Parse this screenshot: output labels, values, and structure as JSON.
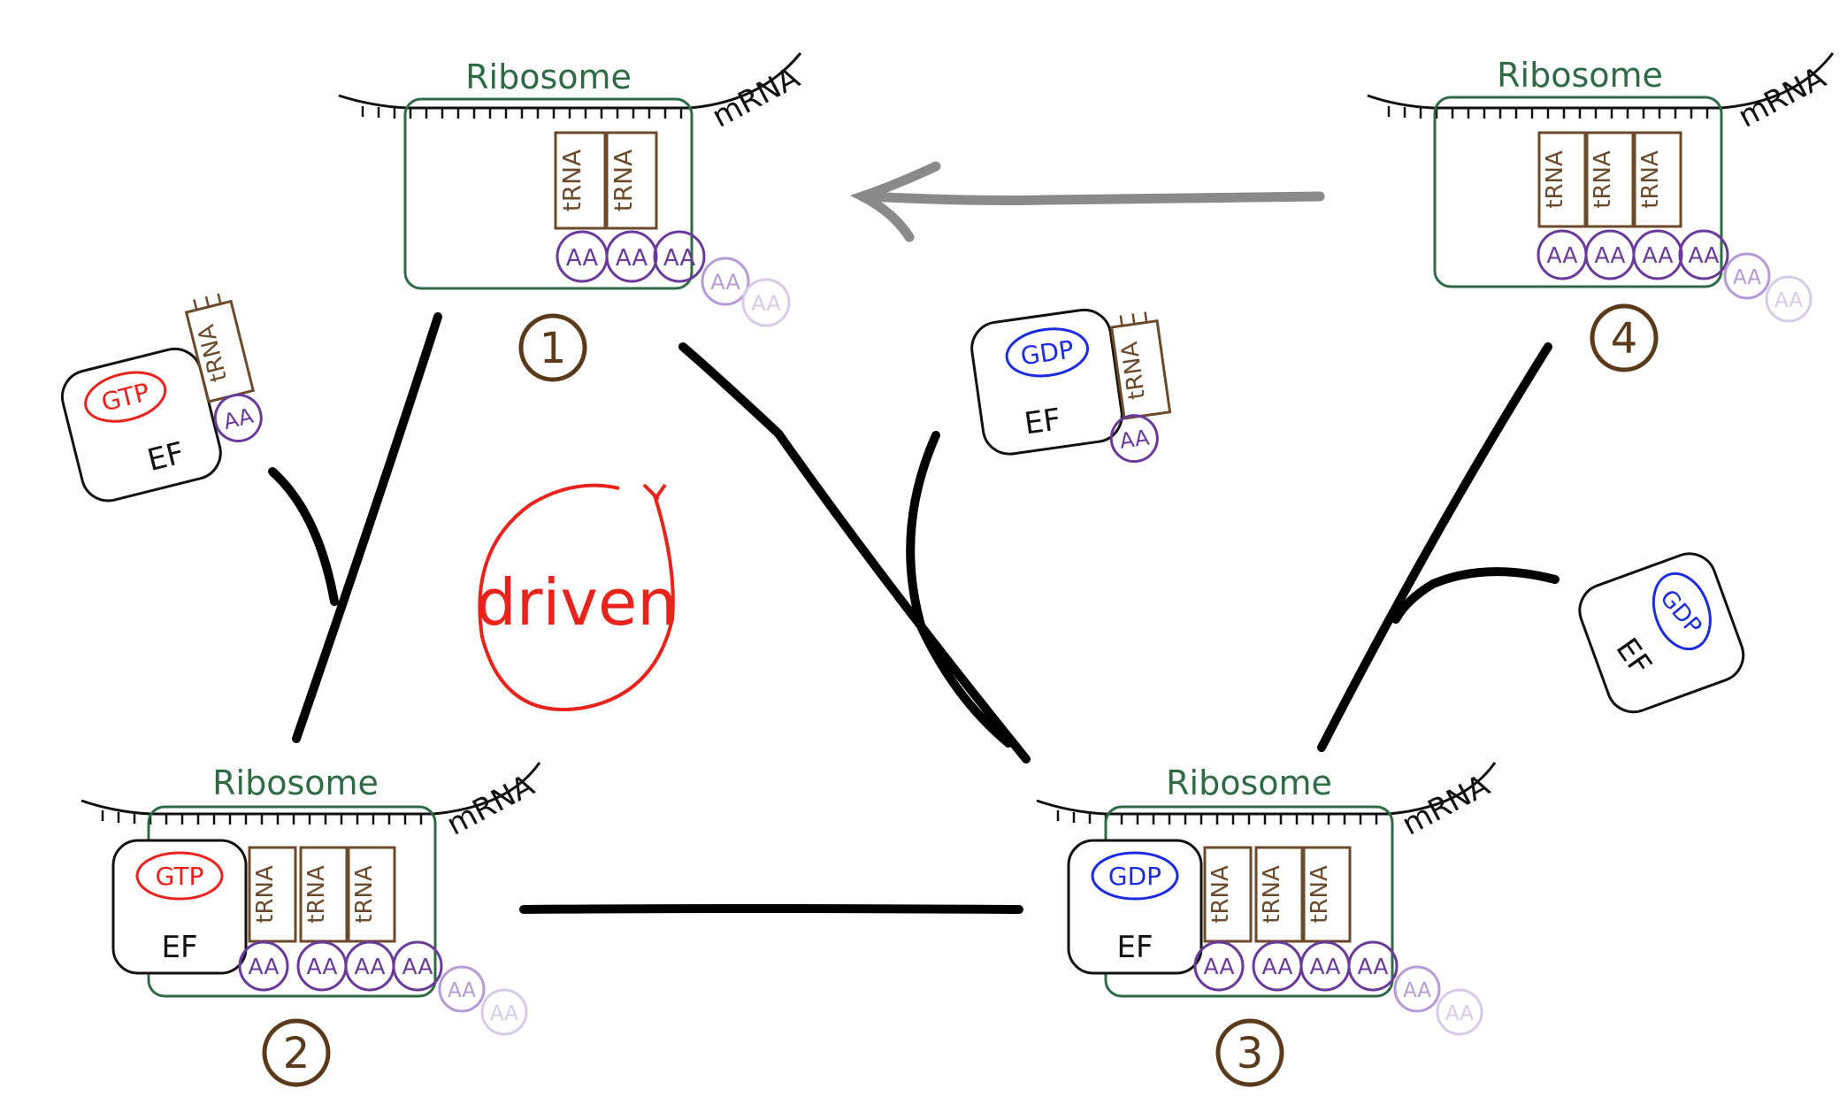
{
  "labels": {
    "ribosome": "Ribosome",
    "mrna": "mRNA",
    "trna": "tRNA",
    "aa": "AA",
    "ef": "EF",
    "gtp": "GTP",
    "gdp": "GDP",
    "driven": "driven"
  },
  "steps": [
    {
      "number": "①",
      "trna_count": 2,
      "aa_count": 3,
      "faded_aa": 2
    },
    {
      "number": "②",
      "trna_count": 3,
      "aa_count": 4,
      "faded_aa": 2,
      "bound_factor": "GTP"
    },
    {
      "number": "③",
      "trna_count": 3,
      "aa_count": 4,
      "faded_aa": 2,
      "bound_factor": "GDP"
    },
    {
      "number": "④",
      "trna_count": 3,
      "aa_count": 4,
      "faded_aa": 2
    }
  ],
  "colors": {
    "ribosome": "#2e6b45",
    "trna": "#6b4a2b",
    "aa": "#6a3a9a",
    "aa_faded_1": "#b59ad6",
    "aa_faded_2": "#d8cbe8",
    "gtp": "#e8231c",
    "gdp": "#1a2be0",
    "step_number": "#5a3a1a",
    "arrow_gray": "#8a8a8a",
    "line": "#000000"
  }
}
